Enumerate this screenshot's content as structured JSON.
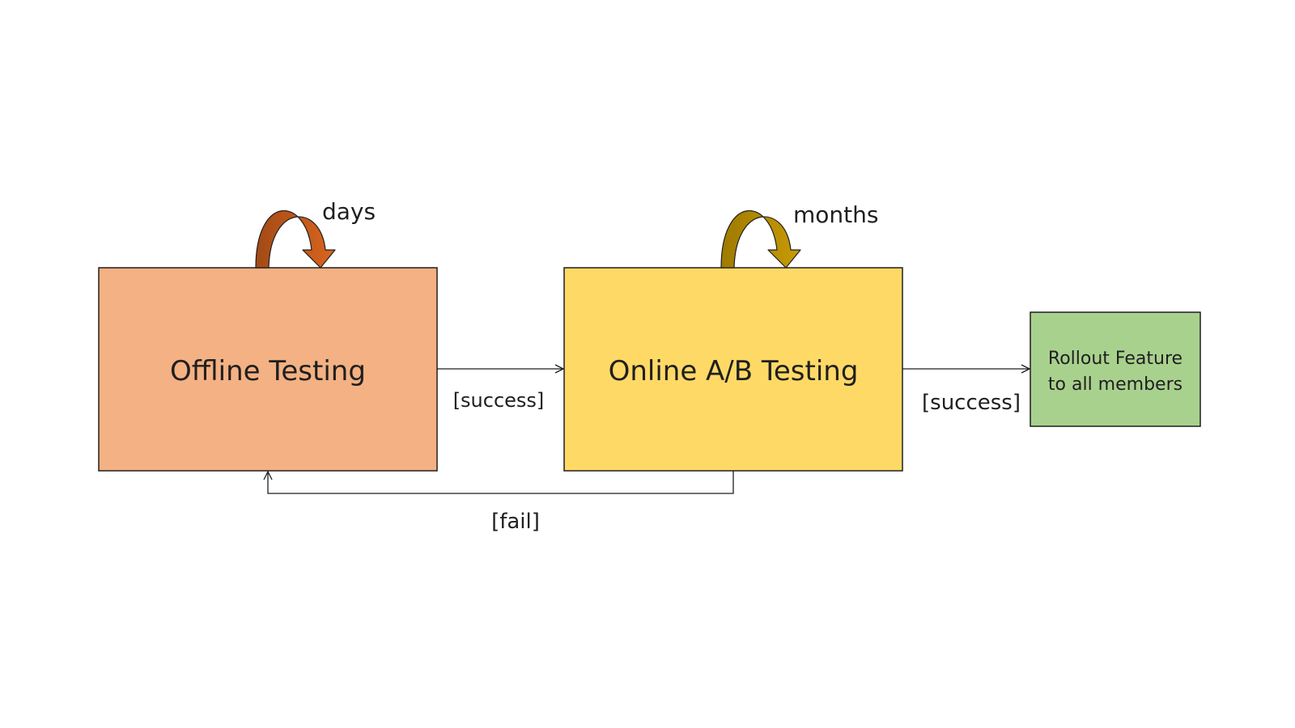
{
  "nodes": {
    "offline": {
      "label": "Offline Testing",
      "fill": "#F4B183",
      "stroke": "#1f1f1f"
    },
    "online": {
      "label": "Online A/B Testing",
      "fill": "#FFD966",
      "stroke": "#1f1f1f"
    },
    "rollout": {
      "label_line1": "Rollout Feature",
      "label_line2": "to all members",
      "fill": "#A9D18E",
      "stroke": "#1f1f1f"
    }
  },
  "edges": {
    "offline_to_online": {
      "label": "[success]"
    },
    "online_to_rollout": {
      "label": "[success]"
    },
    "online_to_offline": {
      "label": "[fail]"
    }
  },
  "loops": {
    "offline": {
      "label": "days",
      "color_dark": "#A34A16",
      "color_light": "#D9651E"
    },
    "online": {
      "label": "months",
      "color_dark": "#9E7A00",
      "color_light": "#C89A06"
    }
  }
}
